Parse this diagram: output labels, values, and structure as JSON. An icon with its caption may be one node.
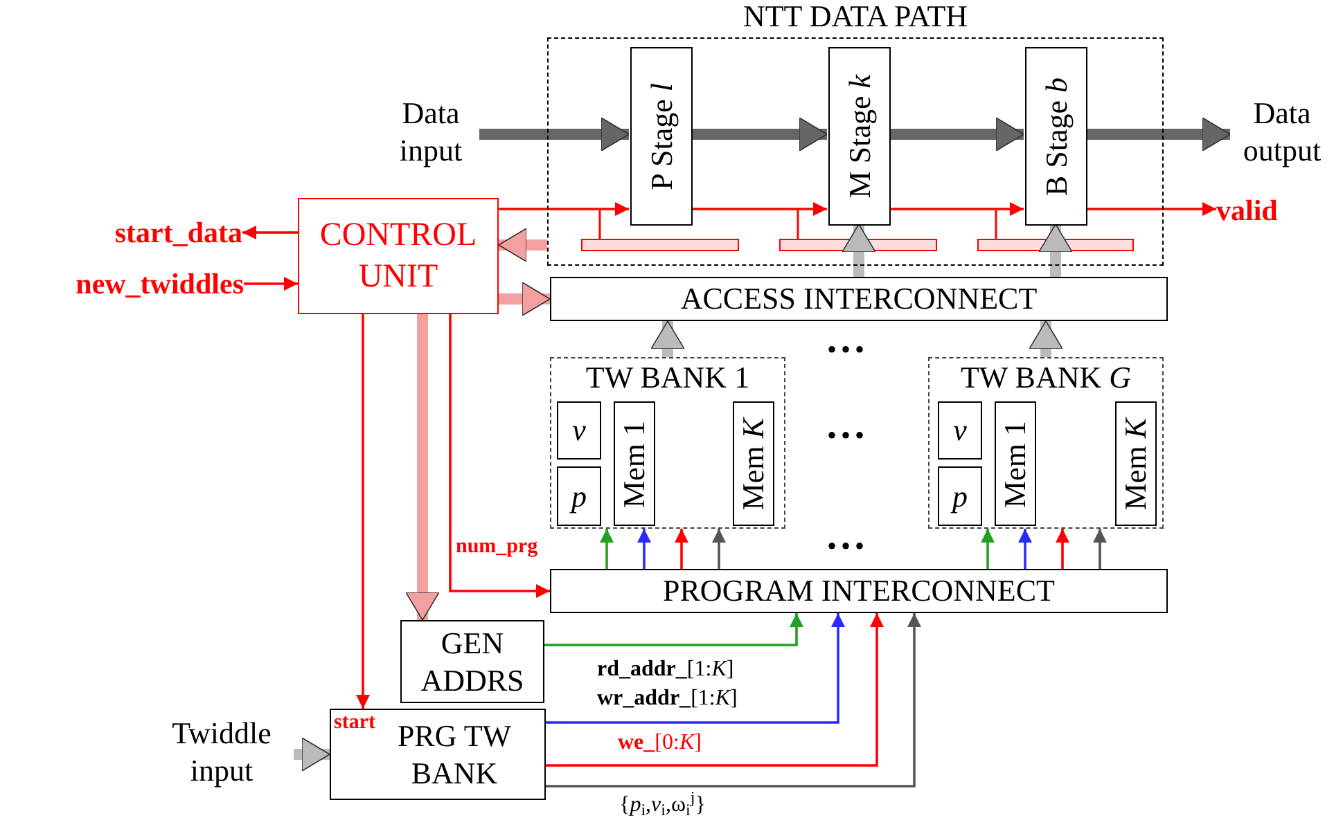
{
  "diagram": {
    "nodes": [
      {
        "text": [
          "NTT DATA PATH"
        ]
      },
      {
        "text": [
          "P Stage *l*"
        ],
        "in": 0
      },
      {
        "text": [
          "M Stage *k*"
        ],
        "in": 0
      },
      {
        "text": [
          "B Stage *b*"
        ],
        "in": 0
      },
      {
        "text": [
          "Data input"
        ]
      },
      {
        "text": [
          "Data output"
        ]
      },
      {
        "text": [
          "CONTROL UNIT"
        ]
      },
      {
        "text": [
          "start_data"
        ]
      },
      {
        "text": [
          "new_twiddles"
        ]
      },
      {
        "text": [
          "valid"
        ]
      },
      {
        "text": [
          "ACCESS INTERCONNECT"
        ]
      },
      {
        "text": [
          "TW BANK 1"
        ]
      },
      {
        "text": [
          "v"
        ],
        "in": 11
      },
      {
        "text": [
          "p"
        ],
        "in": 11
      },
      {
        "text": [
          "Mem 1"
        ],
        "in": 11
      },
      {
        "text": [
          "Mem *K*"
        ],
        "in": 11
      },
      {
        "text": [
          "TW BANK *G*"
        ]
      },
      {
        "text": [
          "v"
        ],
        "in": 16
      },
      {
        "text": [
          "p"
        ],
        "in": 16
      },
      {
        "text": [
          "Mem 1"
        ],
        "in": 16
      },
      {
        "text": [
          "Mem *K*"
        ],
        "in": 16
      },
      {
        "text": [
          "PROGRAM INTERCONNECT"
        ]
      },
      {
        "text": [
          "GEN ADDRS"
        ]
      },
      {
        "text": [
          "start",
          "PRG TW BANK"
        ]
      },
      {
        "text": [
          "Twiddle input"
        ]
      }
    ],
    "edges": [
      {
        "from": 4,
        "to": 1,
        "arrow": "to",
        "style": "thick",
        "color": "#666666"
      },
      {
        "from": 1,
        "to": 2,
        "arrow": "to",
        "style": "thick",
        "color": "#666666"
      },
      {
        "from": 2,
        "to": 3,
        "arrow": "to",
        "style": "thick",
        "color": "#666666"
      },
      {
        "from": 3,
        "to": 5,
        "arrow": "to",
        "style": "thick",
        "color": "#666666"
      },
      {
        "from": 6,
        "to": 1,
        "arrow": "to"
      },
      {
        "from": 1,
        "to": 2,
        "arrow": "to"
      },
      {
        "from": 2,
        "to": 3,
        "arrow": "to"
      },
      {
        "from": 3,
        "to": 9,
        "arrow": "to"
      },
      {
        "from": 6,
        "to": 7,
        "arrow": "to"
      },
      {
        "from": 8,
        "to": 6,
        "arrow": "to"
      },
      {
        "from": 0,
        "to": 6,
        "arrow": "to",
        "style": "thick",
        "color": "#f4a0a0"
      },
      {
        "from": 6,
        "to": 10,
        "arrow": "to",
        "style": "thick",
        "color": "#f4a0a0"
      },
      {
        "from": 10,
        "to": 2,
        "arrow": "to",
        "style": "thick",
        "color": "#bbbbbb"
      },
      {
        "from": 10,
        "to": 3,
        "arrow": "to",
        "style": "thick",
        "color": "#bbbbbb"
      },
      {
        "from": 11,
        "to": 10,
        "arrow": "to",
        "style": "thick",
        "color": "#bbbbbb"
      },
      {
        "from": 16,
        "to": 10,
        "arrow": "to",
        "style": "thick",
        "color": "#bbbbbb"
      },
      {
        "from": 6,
        "to": 23,
        "arrow": "to"
      },
      {
        "from": 6,
        "to": 22,
        "arrow": "to",
        "style": "thick",
        "color": "#f4a0a0"
      },
      {
        "from": 6,
        "to": 21,
        "arrow": "to",
        "label": "num_prg"
      },
      {
        "from": 22,
        "to": 21,
        "arrow": "to",
        "label": "**rd_addr_**[1:*K*]",
        "color": "#22a022"
      },
      {
        "from": 23,
        "to": 21,
        "arrow": "to",
        "label": "**wr_addr_**[1:*K*]",
        "color": "#2a2aff"
      },
      {
        "from": 23,
        "to": 21,
        "arrow": "to",
        "label": "**we_**[0:*K*]"
      },
      {
        "from": 23,
        "to": 21,
        "arrow": "to",
        "label": "{*p*$_{i}$,*v*$_{i}$,ω$_{i}$$^{j}$}",
        "color": "#555555"
      },
      {
        "from": 21,
        "to": 11,
        "arrow": "to",
        "color": "#22a022"
      },
      {
        "from": 21,
        "to": 11,
        "arrow": "to",
        "color": "#2a2aff"
      },
      {
        "from": 21,
        "to": 11,
        "arrow": "to"
      },
      {
        "from": 21,
        "to": 11,
        "arrow": "to",
        "color": "#555555"
      },
      {
        "from": 21,
        "to": 16,
        "arrow": "to",
        "color": "#22a022"
      },
      {
        "from": 21,
        "to": 16,
        "arrow": "to",
        "color": "#2a2aff"
      },
      {
        "from": 21,
        "to": 16,
        "arrow": "to"
      },
      {
        "from": 21,
        "to": 16,
        "arrow": "to",
        "color": "#555555"
      },
      {
        "from": 24,
        "to": 23,
        "arrow": "to",
        "style": "thick",
        "color": "#bbbbbb"
      }
    ],
    "labels": [
      "•••",
      "•••",
      "•••"
    ]
  }
}
